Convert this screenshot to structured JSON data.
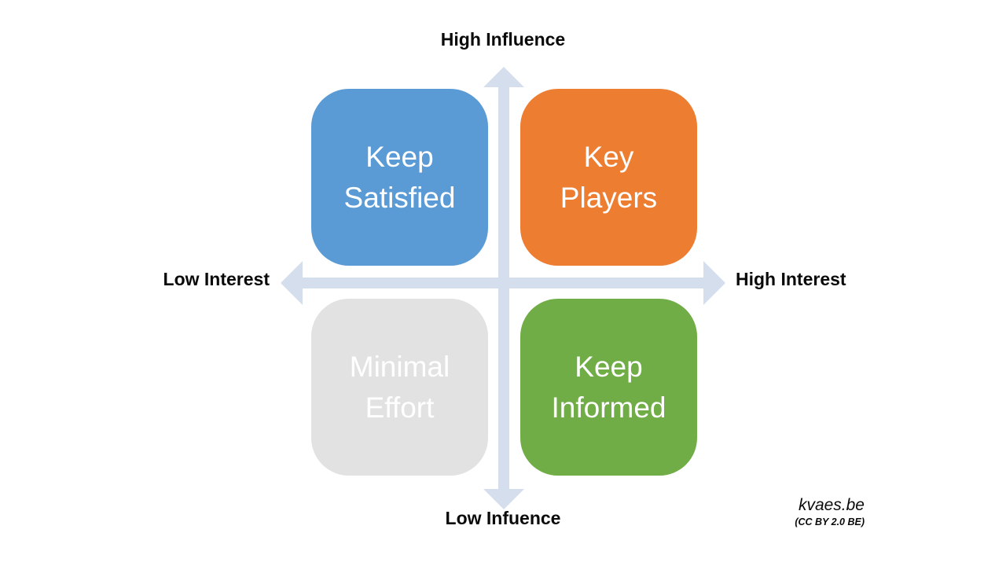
{
  "page": {
    "background": "#FFFFFF"
  },
  "matrix": {
    "axis": {
      "color": "#D5DEED",
      "top_label": "High Influence",
      "bottom_label": "Low Infuence",
      "left_label": "Low Interest",
      "right_label": "High Interest"
    },
    "quadrants": [
      {
        "name": "keep-satisfied",
        "label": "Keep Satisfied",
        "color": "#5B9BD5",
        "text_color": "#FFFFFF",
        "position": "top-left",
        "meaning": "high influence, low interest"
      },
      {
        "name": "key-players",
        "label": "Key Players",
        "color": "#ED7D31",
        "text_color": "#FFFFFF",
        "position": "top-right",
        "meaning": "high influence, high interest"
      },
      {
        "name": "minimal-effort",
        "label": "Minimal Effort",
        "color": "#E2E2E2",
        "text_color": "#FFFFFF",
        "position": "bottom-left",
        "meaning": "low influence, low interest"
      },
      {
        "name": "keep-informed",
        "label": "Keep Informed",
        "color": "#70AD47",
        "text_color": "#FFFFFF",
        "position": "bottom-right",
        "meaning": "low influence, high interest"
      }
    ]
  },
  "attribution": {
    "site": "kvaes.be",
    "license": "(CC BY 2.0 BE)"
  }
}
